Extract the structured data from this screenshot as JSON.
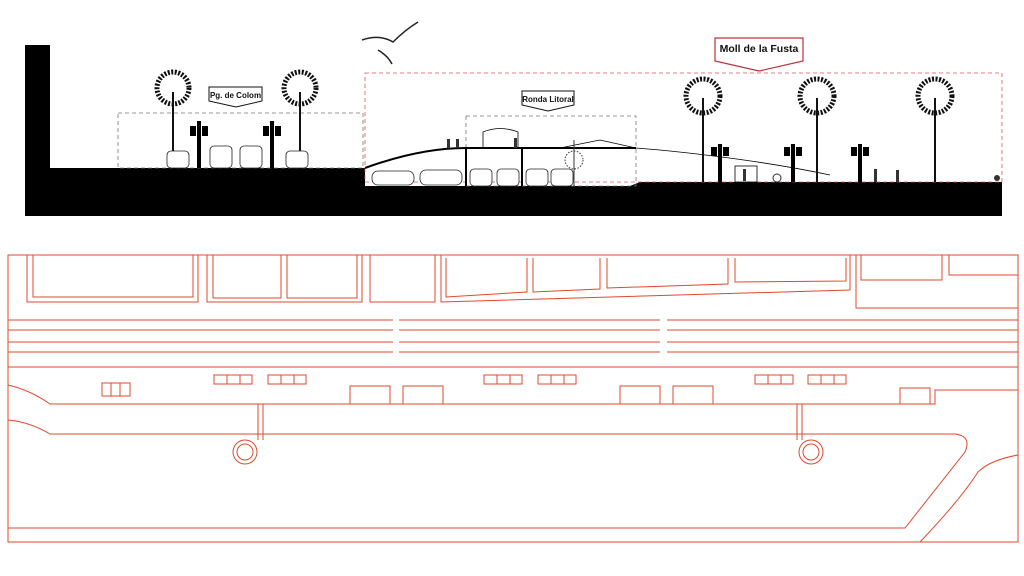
{
  "section": {
    "labels": {
      "pg_colom": "Pg. de Colom",
      "ronda_litoral": "Ronda Litoral",
      "moll_fusta": "Moll de la Fusta"
    }
  },
  "colors": {
    "section_fill": "#000000",
    "plan_stroke": "#e0482e",
    "moll_outline": "#d9555a",
    "label_outline_moll": "#c0303a"
  }
}
